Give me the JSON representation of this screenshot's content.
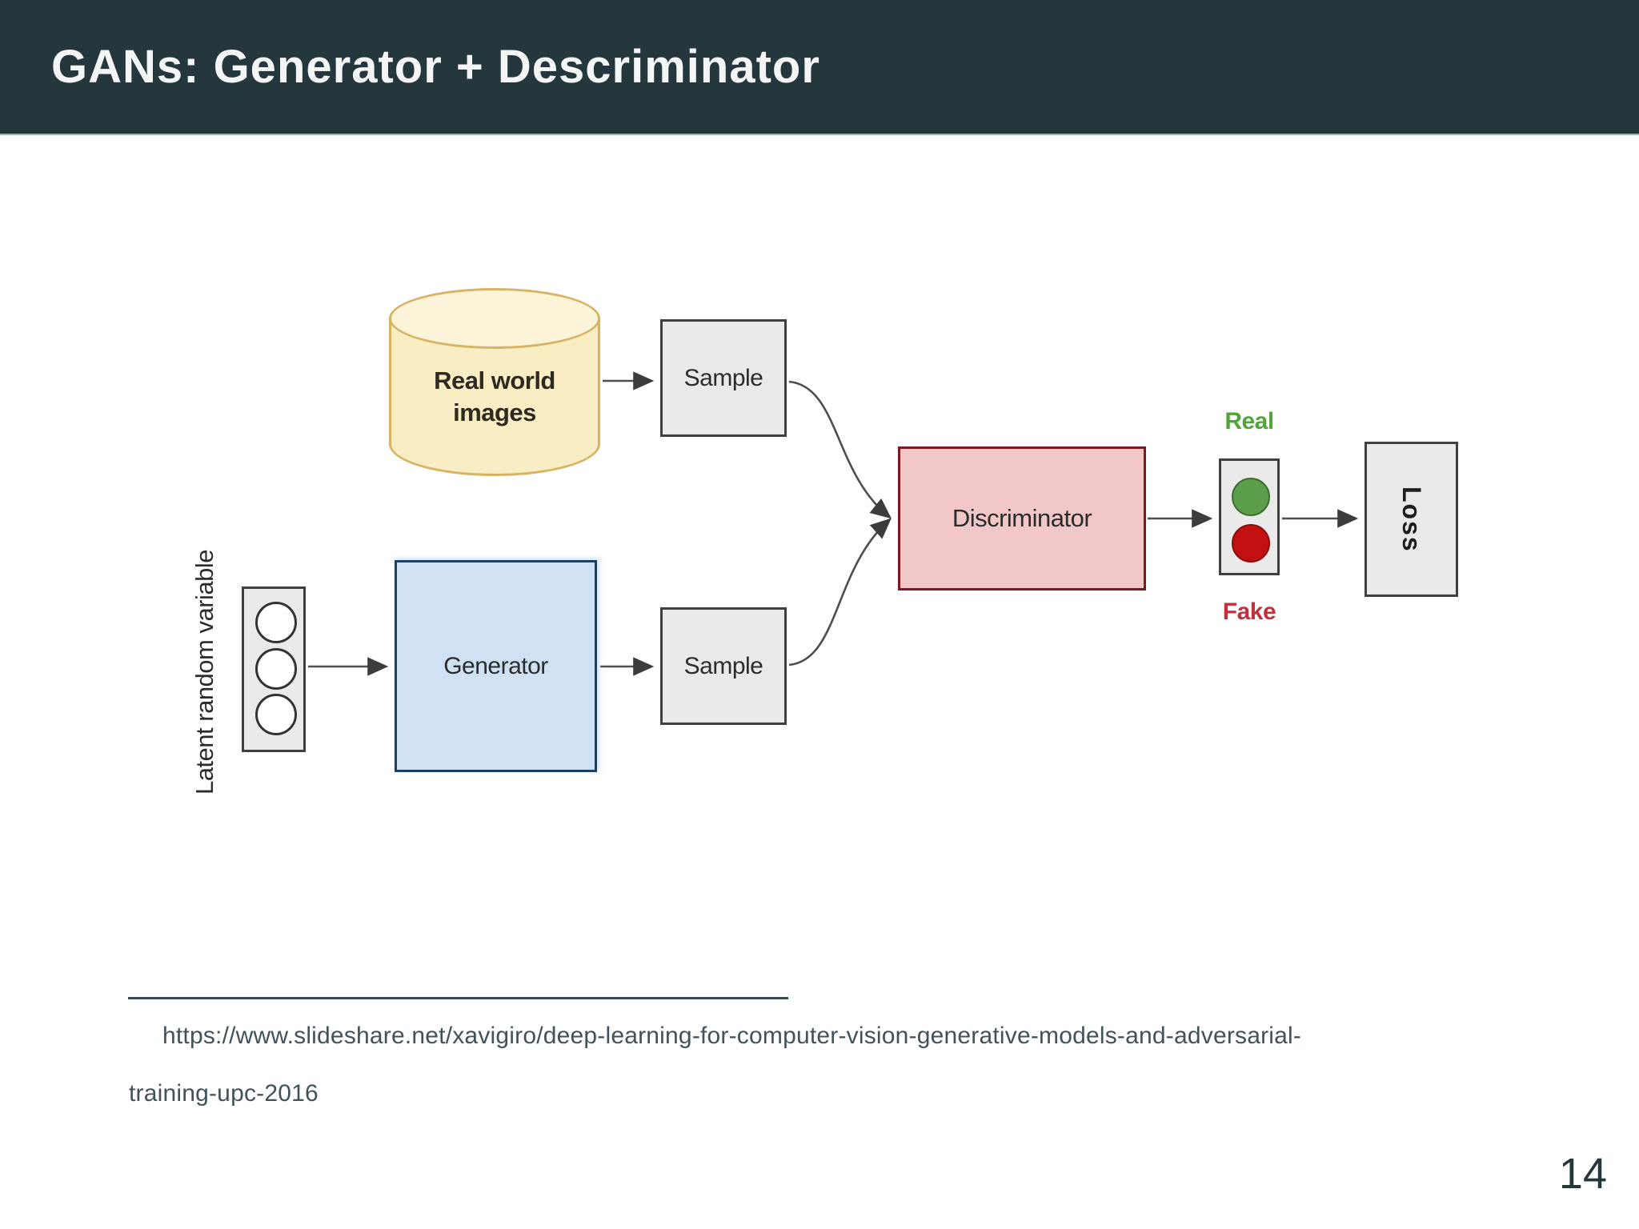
{
  "header": {
    "title": "GANs: Generator + Descriminator"
  },
  "diagram": {
    "cylinder": {
      "label": "Real world\nimages"
    },
    "sample_top": {
      "label": "Sample"
    },
    "sample_bottom": {
      "label": "Sample"
    },
    "generator": {
      "label": "Generator"
    },
    "discriminator": {
      "label": "Discriminator"
    },
    "latent": {
      "label": "Latent random variable"
    },
    "outputs": {
      "real": "Real",
      "fake": "Fake"
    },
    "loss": {
      "label": "Loss"
    },
    "colors": {
      "header_bg": "#24373D",
      "cylinder_fill": "#F8EDC3",
      "cylinder_top_fill": "#FBF4D8",
      "cylinder_border": "#D9B364",
      "box_fill": "#EAEAEA",
      "box_border": "#3F3F3F",
      "generator_fill": "#CFE1F3",
      "generator_border": "#1D3F66",
      "discriminator_fill": "#F1C7C7",
      "discriminator_border": "#7C1822",
      "real_text_green": "#52A43B",
      "fake_text_red": "#C2303A",
      "light_green": "#5C9E4A",
      "light_red": "#C21010",
      "arrow": "#4E4E4E"
    }
  },
  "footer": {
    "citation_line1": "https://www.slideshare.net/xavigiro/deep-learning-for-computer-vision-generative-models-and-adversarial-",
    "citation_line2": "training-upc-2016",
    "page_number": "14"
  }
}
